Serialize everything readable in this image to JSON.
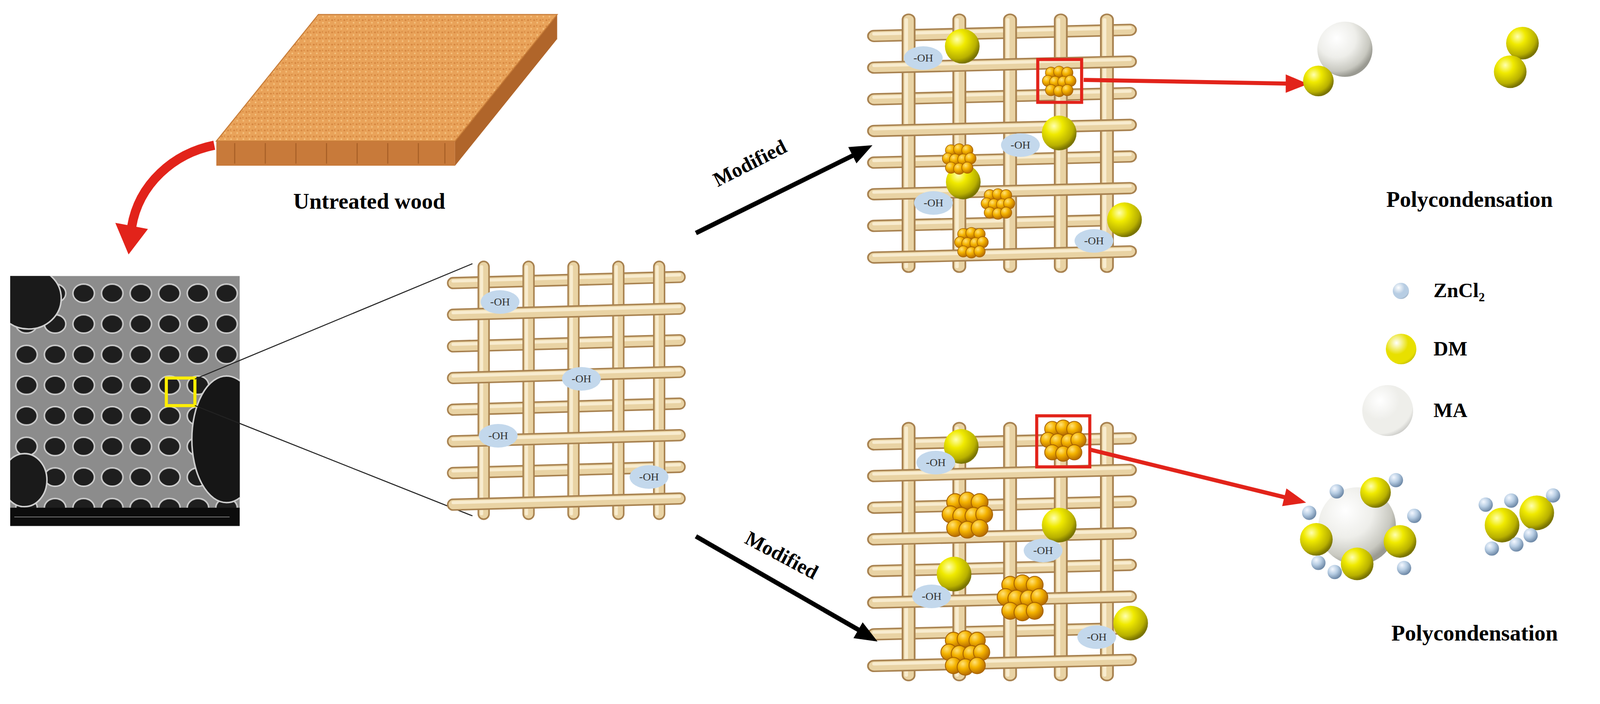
{
  "diagram": {
    "nodes": [
      {
        "text": [
          "-OH"
        ]
      },
      {
        "text": [
          "-OH"
        ]
      },
      {
        "text": [
          "-OH"
        ]
      },
      {
        "text": [
          "-OH"
        ]
      },
      {
        "text": [
          "-OH"
        ]
      },
      {
        "text": [
          "-OH"
        ]
      },
      {
        "text": [
          "-OH"
        ]
      },
      {
        "text": [
          "-OH"
        ]
      },
      {
        "text": [
          "-OH"
        ]
      },
      {
        "text": [
          "-OH"
        ]
      },
      {
        "text": [
          "-OH"
        ]
      },
      {
        "text": [
          "-OH"
        ]
      }
    ],
    "labels": [
      "Untreated wood",
      "Modified",
      "Modified",
      "Polycondensation",
      "Polycondensation"
    ],
    "legend": [
      {
        "text": "ZnCl₂",
        "color": "#b7cde3"
      },
      {
        "text": "DM",
        "color": "#e8e000"
      },
      {
        "text": "MA",
        "color": "#eeeeea"
      }
    ]
  }
}
